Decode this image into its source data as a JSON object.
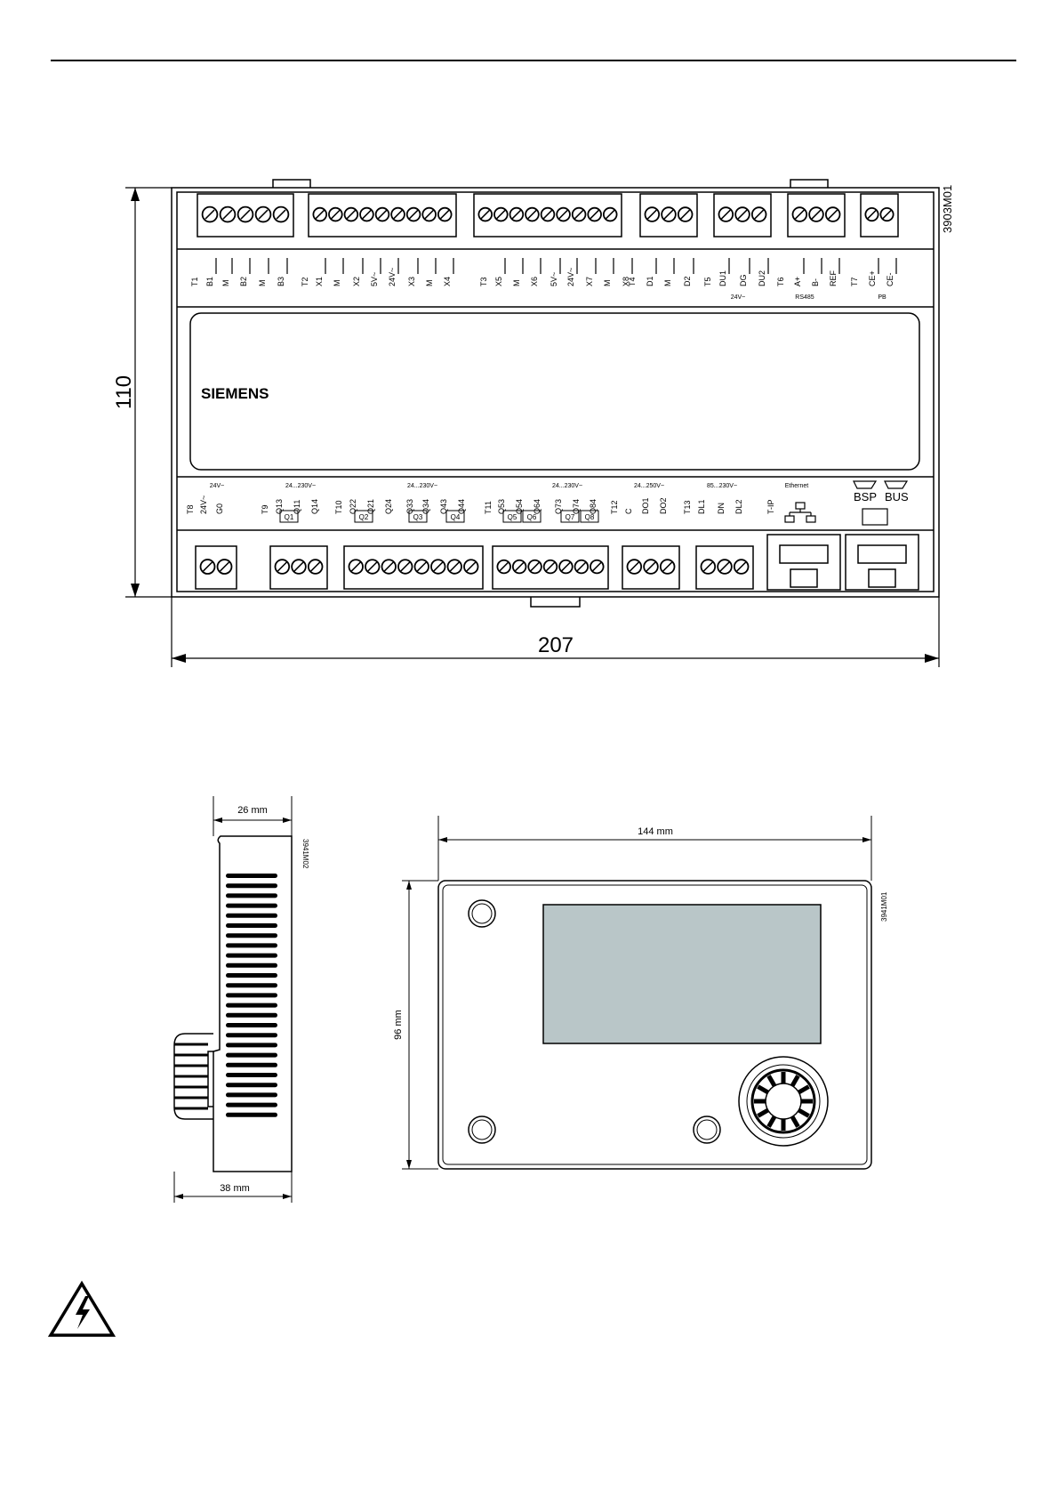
{
  "controller": {
    "brand": "SIEMENS",
    "drawing_id": "3903M01",
    "dim_height": "110",
    "dim_width": "207",
    "top_labels": [
      "T1",
      "B1",
      "M",
      "B2",
      "M",
      "B3",
      "T2",
      "X1",
      "M",
      "X2",
      "5V~",
      "24V~",
      "X3",
      "M",
      "X4",
      "T3",
      "X5",
      "M",
      "X6",
      "5V~",
      "24V~",
      "X7",
      "M",
      "X8",
      "T4",
      "D1",
      "M",
      "D2",
      "T5",
      "DU1",
      "DG",
      "DU2",
      "T6",
      "A+",
      "B-",
      "REF",
      "T7",
      "CE+",
      "CE-"
    ],
    "top_group_labels": [
      "24V~",
      "RS485",
      "PB"
    ],
    "bottom_labels": [
      "T8",
      "24V~",
      "G0",
      "T9",
      "Q13",
      "Q11",
      "Q14",
      "T10",
      "Q22",
      "Q21",
      "Q24",
      "Q33",
      "Q34",
      "Q43",
      "Q44",
      "T11",
      "Q53",
      "Q54",
      "Q64",
      "Q73",
      "Q74",
      "Q84",
      "T12",
      "C",
      "DO1",
      "DO2",
      "T13",
      "DL1",
      "DN",
      "DL2",
      "T-IP"
    ],
    "bottom_group_labels": [
      "24V~",
      "24...230V~",
      "24...230V~",
      "24...230V~",
      "24...250V~",
      "85...230V~",
      "Ethernet"
    ],
    "relay_labels": [
      "Q1",
      "Q2",
      "Q3",
      "Q4",
      "Q5",
      "Q6",
      "Q7",
      "Q8"
    ],
    "bus_labels": [
      "BSP",
      "BUS"
    ]
  },
  "side_view": {
    "drawing_id": "3941M02",
    "dim_top": "26 mm",
    "dim_bottom": "38 mm"
  },
  "front_view": {
    "drawing_id": "3941M01",
    "dim_width": "144 mm",
    "dim_height": "96 mm",
    "screen_color": "#b9c6c8"
  }
}
